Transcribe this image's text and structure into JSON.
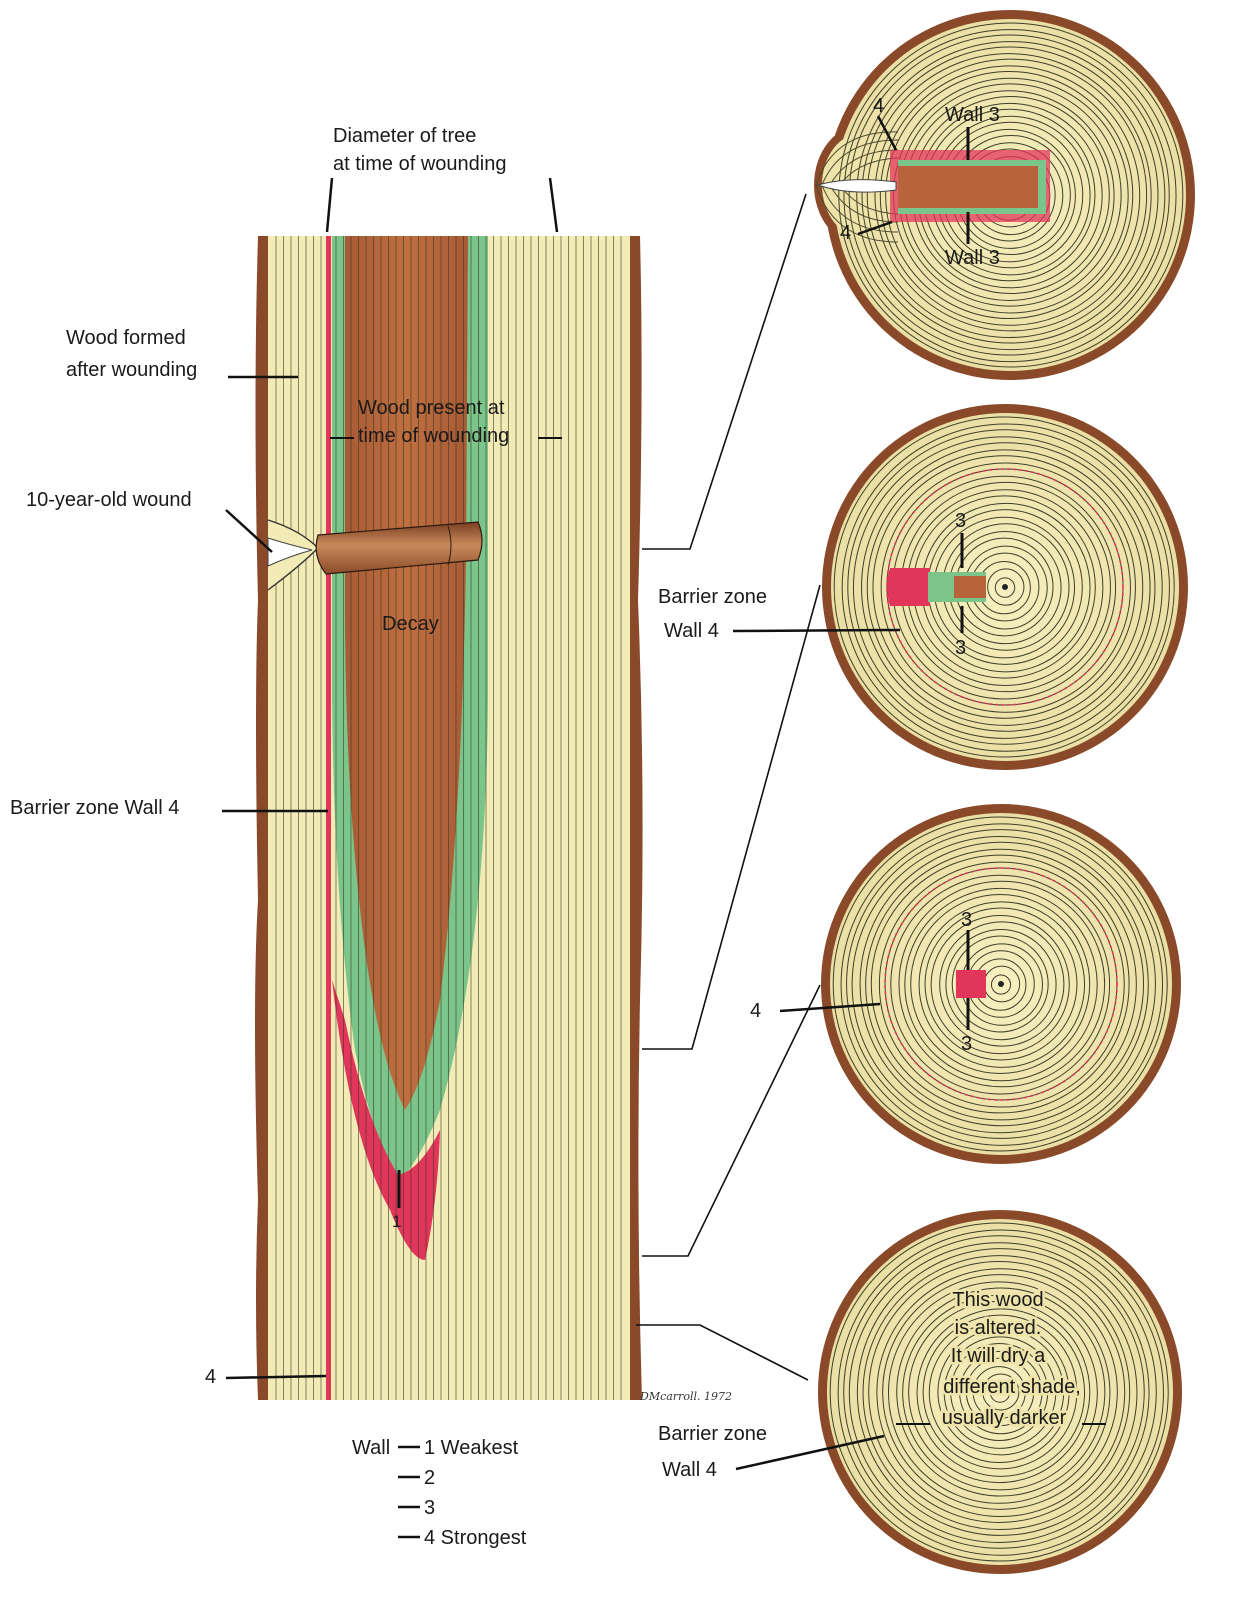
{
  "colors": {
    "sapwood": "#f2ebb6",
    "ring_line": "#4a4a30",
    "bark": "#8a4a2a",
    "decay": "#b8643a",
    "wall_green": "#7cc58a",
    "wall_red": "#e2355a",
    "cross_section_bg": "#eee3a8"
  },
  "longitudinal": {
    "diameter_label": [
      "Diameter of tree",
      "at time of wounding"
    ],
    "wood_formed_label": [
      "Wood formed",
      "after wounding"
    ],
    "wood_present_label": [
      "Wood present at",
      "time of wounding"
    ],
    "wound_label": "10-year-old wound",
    "decay_label": "Decay",
    "barrier_label": "Barrier zone Wall 4",
    "wall1_marker": "1",
    "wall4_marker": "4",
    "signature": "DMcarroll. 1972"
  },
  "legend": {
    "head": "Wall",
    "items": [
      "1 Weakest",
      "2",
      "3",
      "4 Strongest"
    ]
  },
  "section1": {
    "wall3_top": "Wall 3",
    "wall3_bottom": "Wall 3",
    "wall4_top": "4",
    "wall4_bottom": "4"
  },
  "section2": {
    "top": "3",
    "bottom": "3",
    "barrier_label": [
      "Barrier zone",
      "Wall 4"
    ]
  },
  "section3": {
    "top": "3",
    "bottom": "3",
    "wall4": "4"
  },
  "section4": {
    "note": [
      "This wood",
      "is altered.",
      "It will dry a",
      "different shade,",
      "usually darker"
    ],
    "barrier_label": [
      "Barrier zone",
      "Wall 4"
    ]
  }
}
